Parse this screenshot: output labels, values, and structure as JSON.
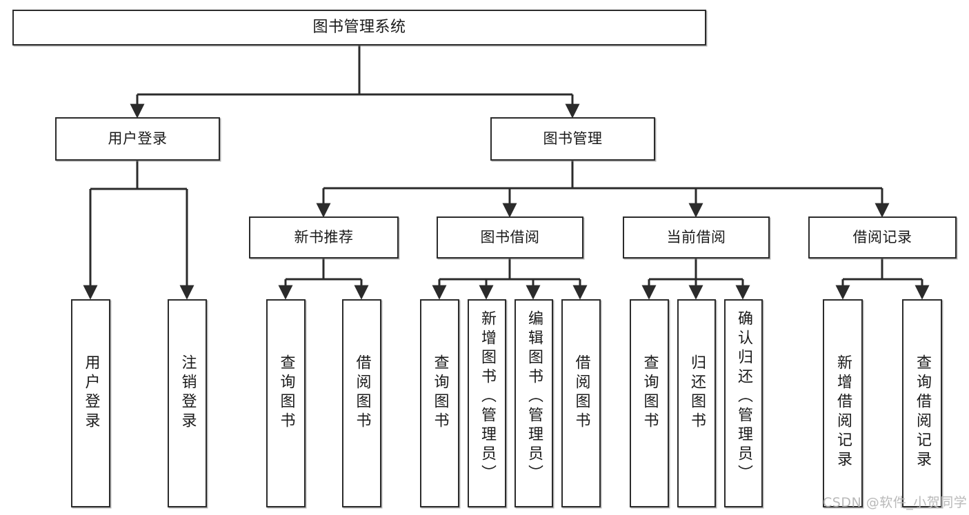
{
  "diagram": {
    "type": "tree",
    "title": "图书管理系统",
    "orientation": "top-down",
    "colors": {
      "background": "#ffffff",
      "node_border": "#2b2b2b",
      "node_fill": "#ffffff",
      "edge": "#2b2b2b",
      "watermark": "#b9b9b9"
    }
  },
  "root": {
    "label": "图书管理系统"
  },
  "level1": [
    {
      "label": "用户登录"
    },
    {
      "label": "图书管理"
    }
  ],
  "level2": [
    {
      "label": "新书推荐"
    },
    {
      "label": "图书借阅"
    },
    {
      "label": "当前借阅"
    },
    {
      "label": "借阅记录"
    }
  ],
  "leaves": {
    "user_login": [
      {
        "label": "用户登录"
      },
      {
        "label": "注销登录"
      }
    ],
    "new_book_recommend": [
      {
        "label": "查询图书"
      },
      {
        "label": "借阅图书"
      }
    ],
    "book_borrow": [
      {
        "label": "查询图书"
      },
      {
        "label": "新增图书（管理员）"
      },
      {
        "label": "编辑图书（管理员）"
      },
      {
        "label": "借阅图书"
      }
    ],
    "current_borrow": [
      {
        "label": "查询图书"
      },
      {
        "label": "归还图书"
      },
      {
        "label": "确认归还（管理员）"
      }
    ],
    "borrow_record": [
      {
        "label": "新增借阅记录"
      },
      {
        "label": "查询借阅记录"
      }
    ]
  },
  "watermark": {
    "text": "CSDN @软件_小贺同学"
  }
}
